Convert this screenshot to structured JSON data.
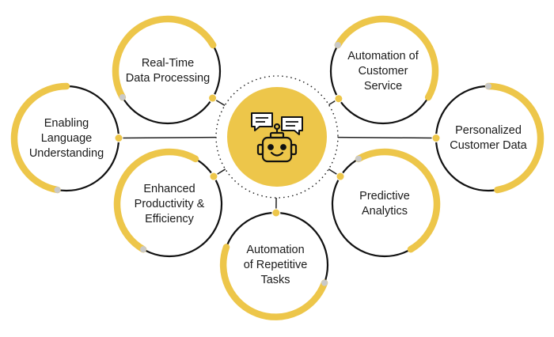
{
  "colors": {
    "accent": "#EDC64A",
    "ring_dark": "#111111",
    "text": "#1a1a1a",
    "connector": "#222222",
    "dot_light": "#c9c9c9",
    "center_fill": "#EDC64A"
  },
  "center": {
    "icon": "chatbot-robot-icon",
    "speech_bubbles": "chat-bubbles-icon"
  },
  "nodes": [
    {
      "id": "realtime",
      "label": "Real-Time\nData Processing"
    },
    {
      "id": "customer-service",
      "label": "Automation of\nCustomer\nService"
    },
    {
      "id": "language",
      "label": "Enabling\nLanguage\nUnderstanding"
    },
    {
      "id": "personalized",
      "label": "Personalized\nCustomer Data"
    },
    {
      "id": "productivity",
      "label": "Enhanced\nProductivity &\nEfficiency"
    },
    {
      "id": "predictive",
      "label": "Predictive\nAnalytics"
    },
    {
      "id": "repetitive",
      "label": "Automation\nof Repetitive\nTasks"
    }
  ]
}
